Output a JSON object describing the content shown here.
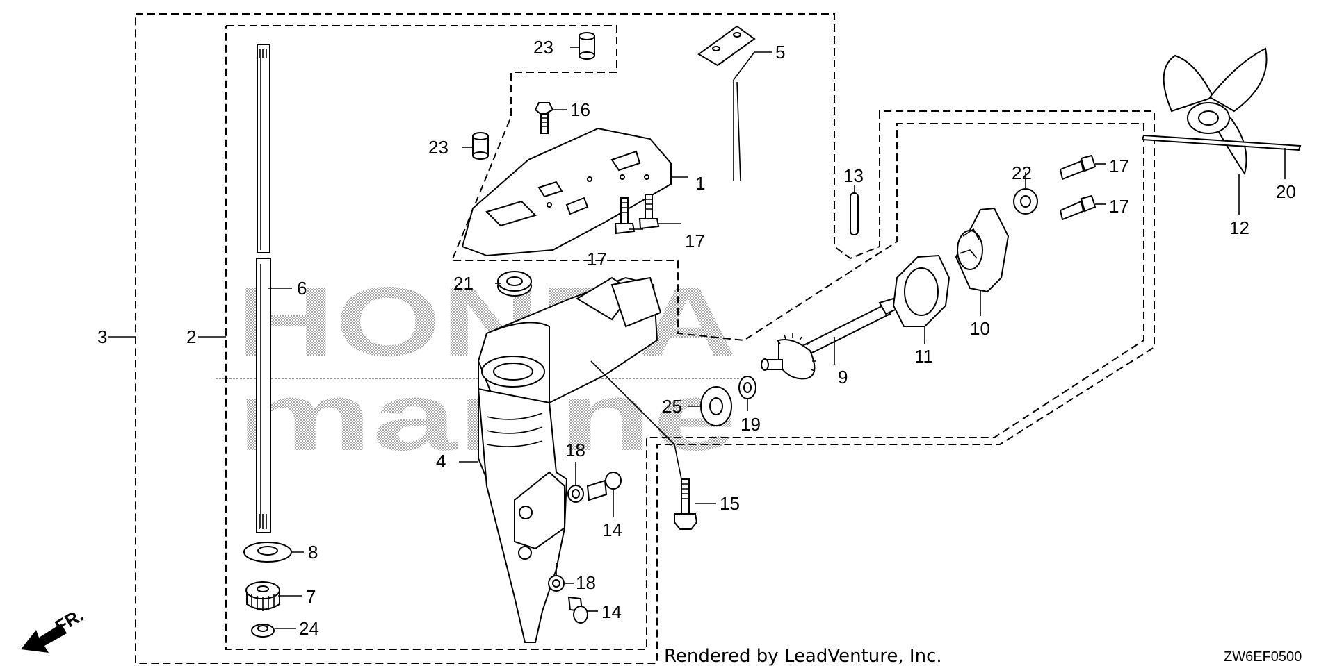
{
  "watermark": {
    "line1": "HONDA",
    "line2": "marine"
  },
  "credit": "Rendered by LeadVenture, Inc.",
  "diagram_code": "ZW6EF0500",
  "front_marker": "FR.",
  "callouts": {
    "c1": "1",
    "c2": "2",
    "c3": "3",
    "c4": "4",
    "c5": "5",
    "c6": "6",
    "c7": "7",
    "c8": "8",
    "c9": "9",
    "c10": "10",
    "c11": "11",
    "c12": "12",
    "c13": "13",
    "c14a": "14",
    "c14b": "14",
    "c15": "15",
    "c16": "16",
    "c17a": "17",
    "c17b": "17",
    "c17c": "17",
    "c17d": "17",
    "c18a": "18",
    "c18b": "18",
    "c19": "19",
    "c20": "20",
    "c21": "21",
    "c22": "22",
    "c23a": "23",
    "c23b": "23",
    "c24": "24",
    "c25": "25"
  }
}
